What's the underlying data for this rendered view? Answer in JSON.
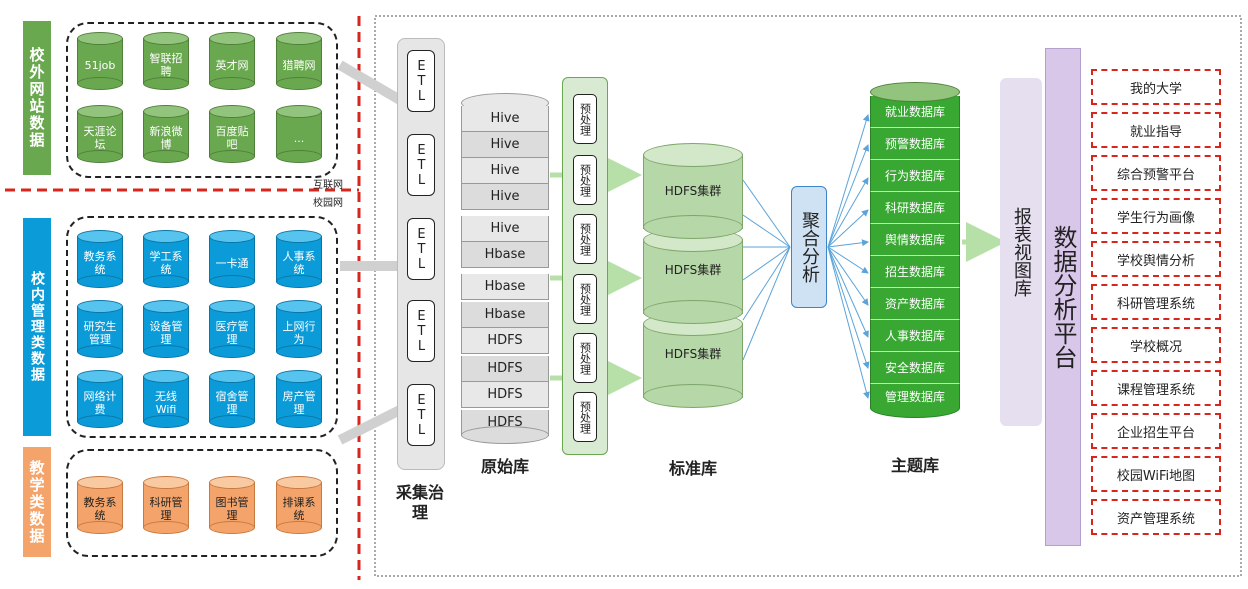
{
  "categories": {
    "external": "校外网站数据",
    "internal": "校内管理类数据",
    "teaching": "教学类数据"
  },
  "network_labels": {
    "internet": "互联网",
    "campus": "校园网"
  },
  "external_sources": [
    "51job",
    "智联招聘",
    "英才网",
    "猎聘网",
    "天涯论坛",
    "新浪微博",
    "百度贴吧",
    "..."
  ],
  "internal_sources": [
    "教务系统",
    "学工系统",
    "一卡通",
    "人事系统",
    "研究生管理",
    "设备管理",
    "医疗管理",
    "上网行为",
    "网络计费",
    "无线Wifi",
    "宿舍管理",
    "房产管理"
  ],
  "teaching_sources": [
    "教务系统",
    "科研管理",
    "图书管理",
    "排课系统"
  ],
  "etl": "ETL",
  "raw_cells": [
    "Hive",
    "Hive",
    "Hive",
    "Hive",
    "Hive",
    "Hbase",
    "Hbase",
    "Hbase",
    "HDFS",
    "HDFS",
    "HDFS",
    "HDFS"
  ],
  "preprocess": "预处理",
  "hdfs_cluster": "HDFS集群",
  "aggregate": "聚合分析",
  "theme_dbs": [
    "就业数据库",
    "预警数据库",
    "行为数据库",
    "科研数据库",
    "舆情数据库",
    "招生数据库",
    "资产数据库",
    "人事数据库",
    "安全数据库",
    "管理数据库"
  ],
  "report_lib": "报表视图库",
  "platform": "数据分析平台",
  "applications": [
    "我的大学",
    "就业指导",
    "综合预警平台",
    "学生行为画像",
    "学校舆情分析",
    "科研管理系统",
    "学校概况",
    "课程管理系统",
    "企业招生平台",
    "校园WiFi地图",
    "资产管理系统"
  ],
  "stages": {
    "collect": "采集治理",
    "raw": "原始库",
    "standard": "标准库",
    "theme": "主题库"
  },
  "colors": {
    "external": "#6aa84f",
    "internal": "#0b9bd8",
    "teaching": "#f4a46a",
    "theme": "#38a832",
    "divider": "#d9261c"
  }
}
